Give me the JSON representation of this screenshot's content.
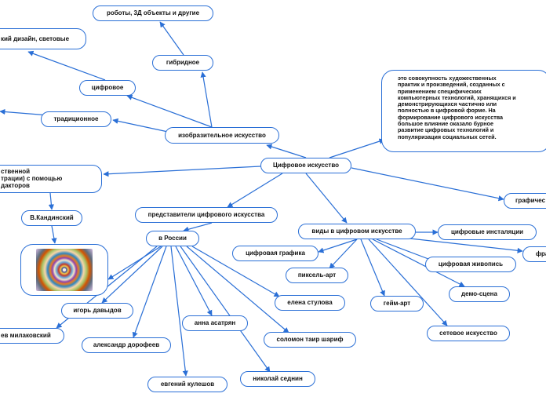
{
  "diagram": {
    "center": "Цифровое искусство",
    "definition": "это совокупность художественных\nпрактик и произведений, созданных с\nприменением специфических\nкомпьютерных технологий, хранящихся и\nдемонстрирующихся частично или\nполностью в цифровой форме. На\nформирование цифрового искусства\nбольшое влияние оказало бурное\nразвитие цифровых технологий и\nпопуляризация социальных сетей.",
    "fine_art": {
      "label": "изобразительное искусство",
      "traditional": "традиционное",
      "digital": "цифровое",
      "digital_example": "кий дизайн, световые",
      "hybrid": "гибридное",
      "hybrid_example": "роботы, 3Д объекты и другие"
    },
    "left_branch": {
      "text": "ственной\nтрации) с помощью\nдакторов",
      "artist": "В.Кандинский",
      "painting_icon": "kandinsky-painting"
    },
    "representatives": {
      "label": "представители цифрового искусства",
      "russia": "в России",
      "people": [
        "ев милаковский",
        "игорь давыдов",
        "александр дорофеев",
        "евгений кулешов",
        "анна асатрян",
        "николай седнин",
        "соломон таир шариф",
        "елена стулова"
      ]
    },
    "types": {
      "label": "виды в цифровом искусстве",
      "items": [
        "цифровая графика",
        "пиксель-арт",
        "гейм-арт",
        "сетевое искусство",
        "демо-сцена",
        "цифровая живопись",
        "фра",
        "цифровые инсталяции"
      ],
      "graphics_partial": "графичес"
    },
    "colors": {
      "border": "#2a6fd6",
      "line": "#2a6fd6"
    }
  }
}
